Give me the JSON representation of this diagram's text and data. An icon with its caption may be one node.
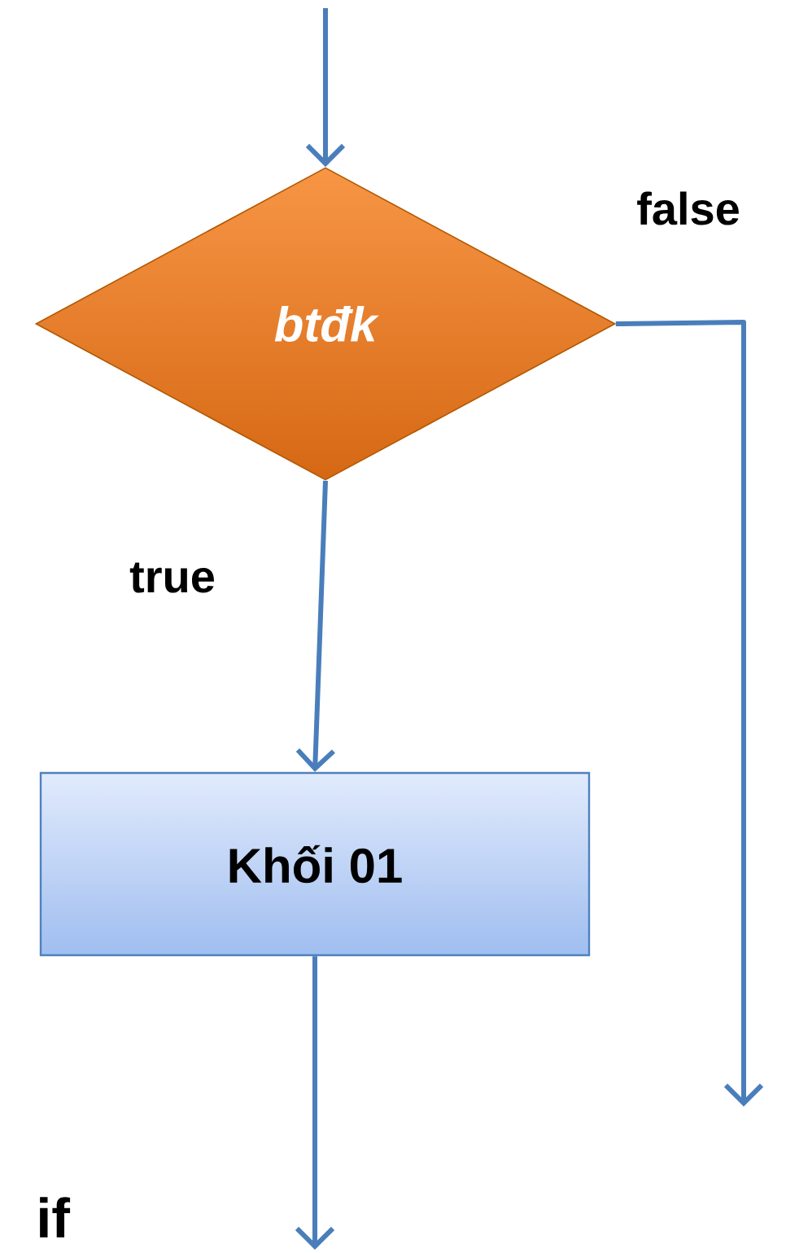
{
  "diagram": {
    "nodes": [
      {
        "text": [
          "btđk"
        ]
      },
      {
        "text": [
          "Khối 01"
        ]
      }
    ],
    "edges": [
      {
        "from": null,
        "to": 0,
        "arrow": "to"
      },
      {
        "from": 0,
        "to": 1,
        "arrow": "to",
        "label": "true"
      },
      {
        "from": 0,
        "to": null,
        "arrow": "to",
        "label": "false"
      },
      {
        "from": 1,
        "to": null,
        "arrow": "to"
      }
    ],
    "labels": [
      "if"
    ]
  }
}
